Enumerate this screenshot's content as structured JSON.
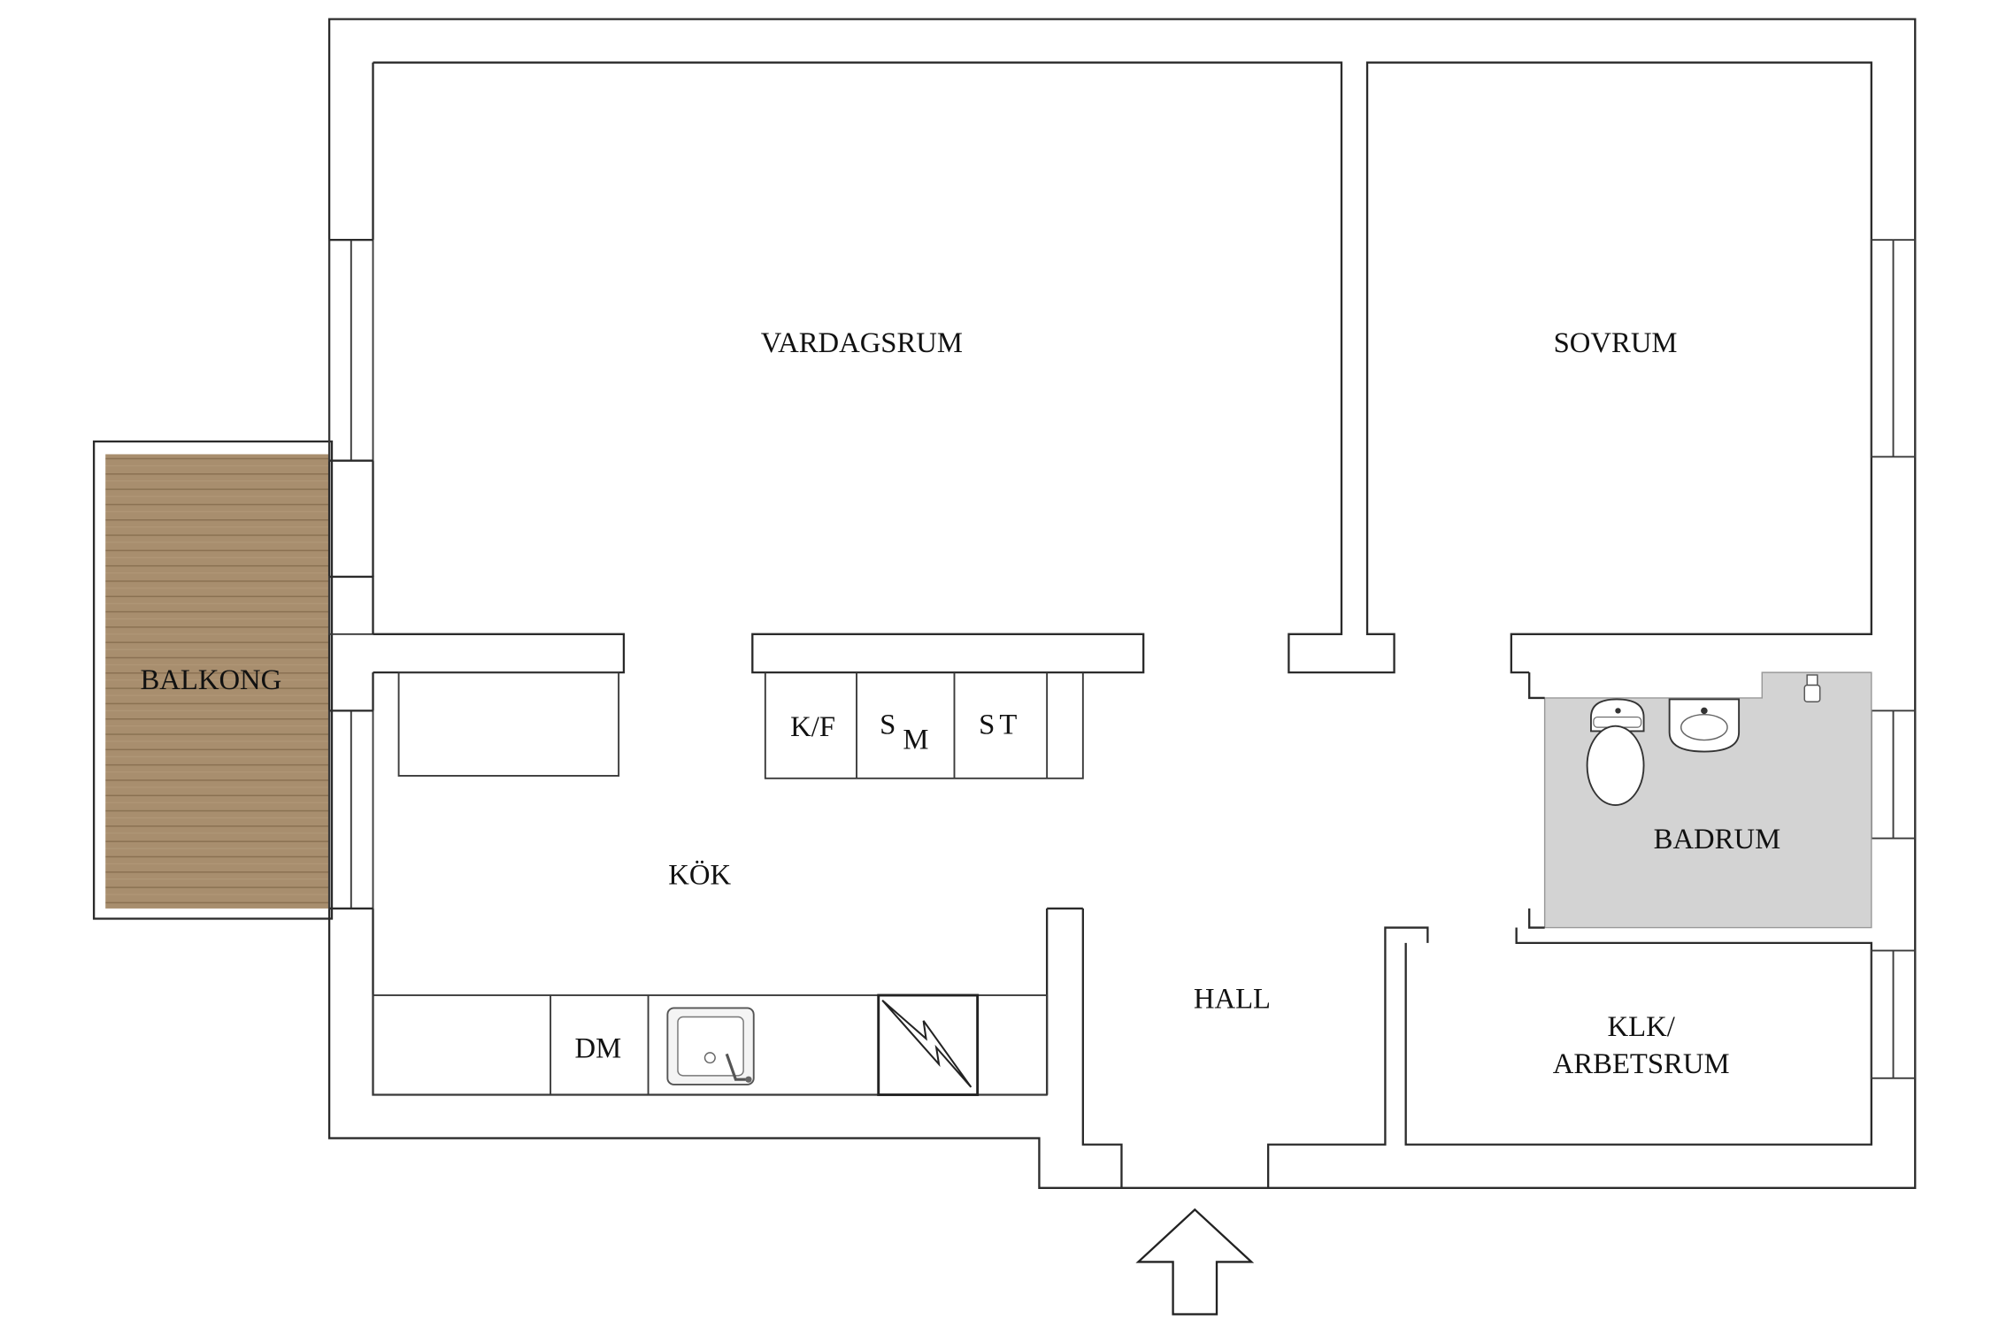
{
  "colors": {
    "background": "#ffffff",
    "wall": "#2b2b2b",
    "bathroom_floor": "#d3d3d3",
    "balcony_deck": "#a88e6e",
    "balcony_deck_line": "#8a7152"
  },
  "rooms": {
    "living_room": "VARDAGSRUM",
    "bedroom": "SOVRUM",
    "balcony": "BALKONG",
    "kitchen": "KÖK",
    "bathroom": "BADRUM",
    "hall": "HALL",
    "study_line1": "KLK/",
    "study_line2": "ARBETSRUM"
  },
  "fixtures": {
    "fridge_freezer": "K/F",
    "microwave_s": "S",
    "microwave_m": "M",
    "st_s": "S",
    "st_t": "T",
    "dishwasher": "DM"
  },
  "icons": {
    "entrance": "entrance-arrow-icon",
    "sink": "kitchen-sink-icon",
    "stove": "stove-icon",
    "toilet": "toilet-icon",
    "washbasin": "washbasin-icon"
  }
}
